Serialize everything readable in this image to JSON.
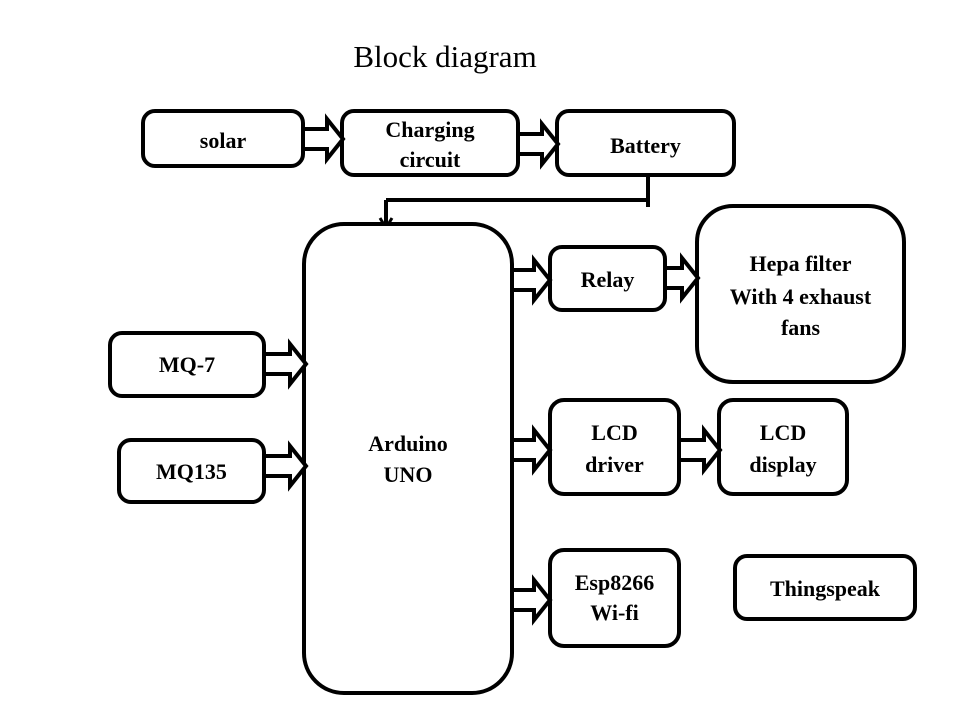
{
  "title": "Block diagram",
  "blocks": {
    "solar": {
      "lines": [
        "solar"
      ]
    },
    "charging": {
      "lines": [
        "Charging",
        "circuit"
      ]
    },
    "battery": {
      "lines": [
        "Battery"
      ]
    },
    "arduino": {
      "lines": [
        "Arduino",
        "UNO"
      ]
    },
    "mq7": {
      "lines": [
        "MQ-7"
      ]
    },
    "mq135": {
      "lines": [
        "MQ135"
      ]
    },
    "relay": {
      "lines": [
        "Relay"
      ]
    },
    "hepa": {
      "lines": [
        "Hepa filter",
        "With 4 exhaust",
        "fans"
      ]
    },
    "lcd_driver": {
      "lines": [
        "LCD",
        "driver"
      ]
    },
    "lcd_display": {
      "lines": [
        "LCD",
        "display"
      ]
    },
    "esp": {
      "lines": [
        "Esp8266",
        "Wi-fi"
      ]
    },
    "thingspeak": {
      "lines": [
        "Thingspeak"
      ]
    }
  },
  "connections": [
    {
      "from": "solar",
      "to": "charging",
      "style": "block-arrow"
    },
    {
      "from": "charging",
      "to": "battery",
      "style": "block-arrow"
    },
    {
      "from": "battery",
      "to": "arduino",
      "style": "line-arrow"
    },
    {
      "from": "mq7",
      "to": "arduino",
      "style": "block-arrow"
    },
    {
      "from": "mq135",
      "to": "arduino",
      "style": "block-arrow"
    },
    {
      "from": "arduino",
      "to": "relay",
      "style": "block-arrow"
    },
    {
      "from": "relay",
      "to": "hepa",
      "style": "block-arrow"
    },
    {
      "from": "arduino",
      "to": "lcd_driver",
      "style": "block-arrow"
    },
    {
      "from": "lcd_driver",
      "to": "lcd_display",
      "style": "block-arrow"
    },
    {
      "from": "arduino",
      "to": "esp",
      "style": "block-arrow"
    }
  ]
}
